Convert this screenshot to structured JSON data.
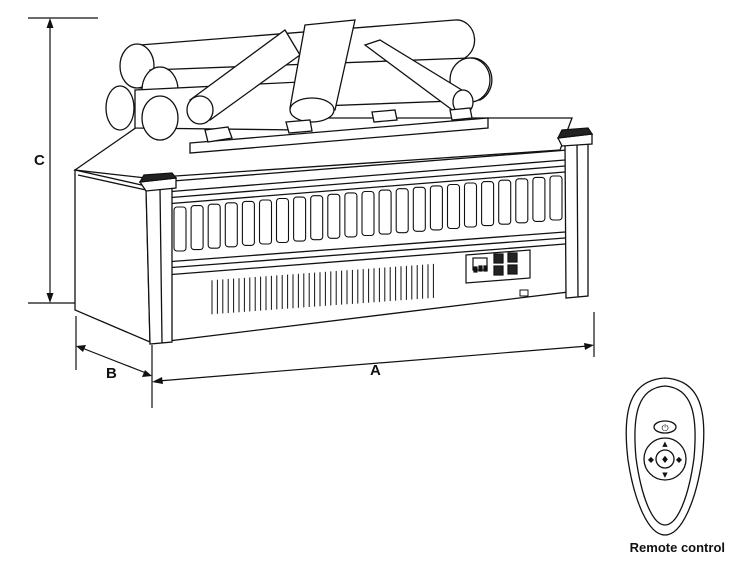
{
  "dimensions": {
    "a_label": "A",
    "b_label": "B",
    "c_label": "C"
  },
  "remote": {
    "caption": "Remote control"
  },
  "colors": {
    "line": "#111111",
    "background": "#ffffff",
    "dark_fill": "#222222"
  }
}
